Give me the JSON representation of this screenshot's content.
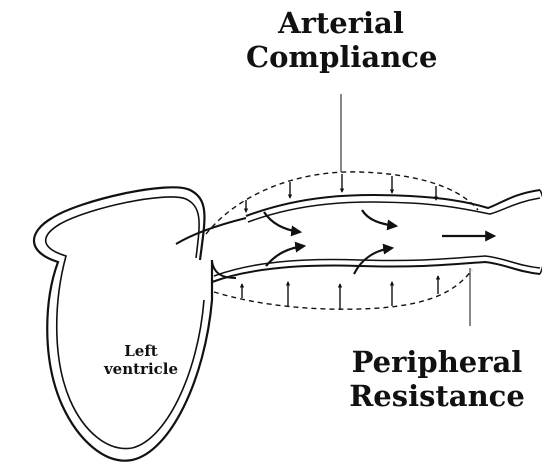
{
  "labels": {
    "arterial_compliance": [
      "Arterial",
      "Compliance"
    ],
    "peripheral_resistance": [
      "Peripheral",
      "Resistance"
    ],
    "left_ventricle": [
      "Left",
      "ventricle"
    ]
  },
  "colors": {
    "ink": "#111111",
    "background": "#ffffff"
  }
}
